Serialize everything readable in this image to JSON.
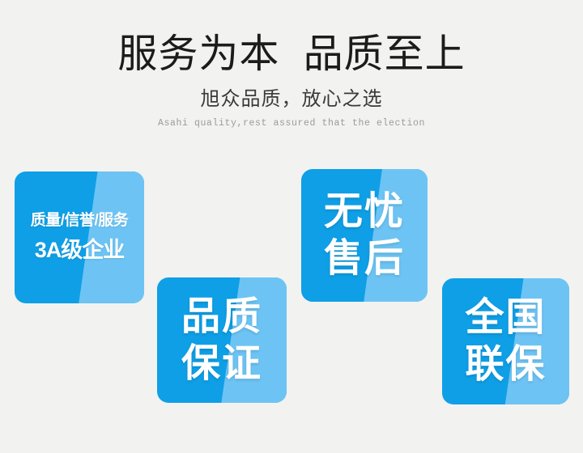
{
  "background_color": "#f2f2f0",
  "header": {
    "title": "服务为本  品质至上",
    "subtitle": "旭众品质，放心之选",
    "subtitle_en": "Asahi quality,rest assured that the election",
    "title_color": "#1c1c1c",
    "subtitle_color": "#3a3a3a",
    "subtitle_en_color": "#9b9b9b"
  },
  "badges": [
    {
      "id": "badge-1",
      "name": "3a-enterprise",
      "small_text": "质量/信誉/服务",
      "big_text": "3A级企业",
      "base_color": "#0f9fe6",
      "accent_color": "#6dc4f4",
      "text_color": "#ffffff"
    },
    {
      "id": "badge-2",
      "name": "quality-guarantee",
      "line1": "品质",
      "line2": "保证",
      "base_color": "#0f9fe6",
      "accent_color": "#6dc4f4",
      "text_color": "#ffffff"
    },
    {
      "id": "badge-3",
      "name": "worry-free-after-sales",
      "line1": "无忧",
      "line2": "售后",
      "base_color": "#0f9fe6",
      "accent_color": "#6dc4f4",
      "text_color": "#ffffff"
    },
    {
      "id": "badge-4",
      "name": "nationwide-warranty",
      "line1": "全国",
      "line2": "联保",
      "base_color": "#0f9fe6",
      "accent_color": "#6dc4f4",
      "text_color": "#ffffff"
    }
  ]
}
